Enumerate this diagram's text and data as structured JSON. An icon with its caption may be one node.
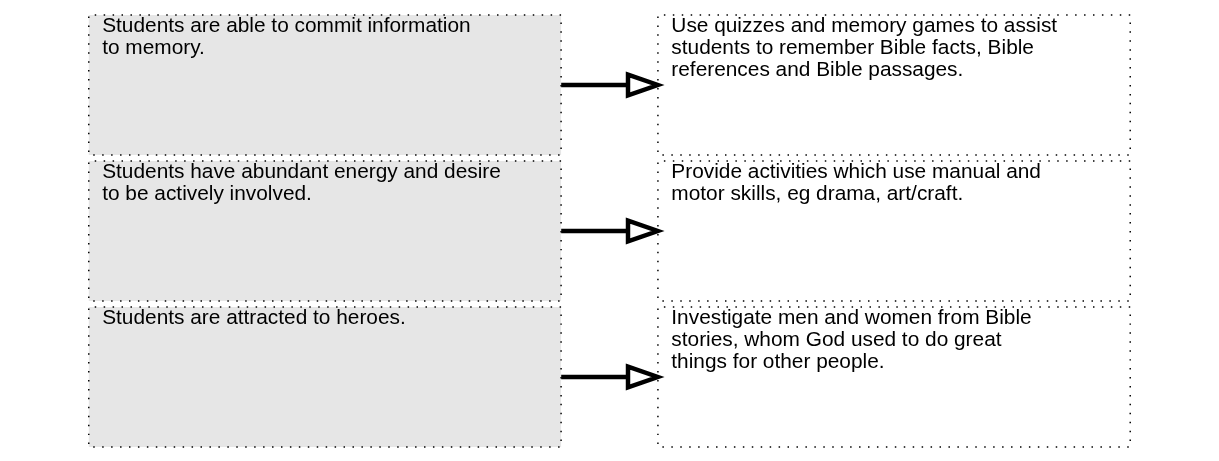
{
  "diagram": {
    "nodes": [
      {
        "text": [
          "Students are attracted to heroes."
        ]
      },
      {
        "text": [
          "Investigate men and women from Bible stories, whom God used to do great things for other people."
        ]
      },
      {
        "text": [
          "Students have abundant energy and desire to be actively involved."
        ]
      },
      {
        "text": [
          "Provide activities which use manual and motor skills, eg drama, art/craft."
        ]
      },
      {
        "text": [
          "Students are able to commit information to memory."
        ]
      },
      {
        "text": [
          "Use quizzes and memory games to assist students to remember Bible facts, Bible references and Bible passages."
        ]
      }
    ],
    "edges": [
      {
        "from": 0,
        "to": 1,
        "arrow": "to"
      },
      {
        "from": 2,
        "to": 3,
        "arrow": "to"
      },
      {
        "from": 4,
        "to": 5,
        "arrow": "to"
      }
    ]
  }
}
